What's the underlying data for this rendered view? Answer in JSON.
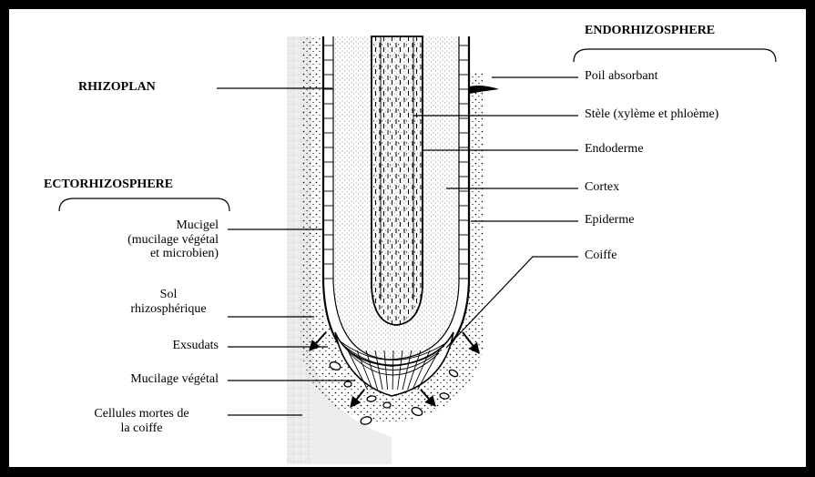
{
  "groups": {
    "endorhizosphere": "ENDORHIZOSPHERE",
    "rhizoplan": "RHIZOPLAN",
    "ectorhizosphere": "ECTORHIZOSPHERE"
  },
  "right_labels": {
    "poil": "Poil absorbant",
    "stele": "Stèle (xylème et phloème)",
    "endoderme": "Endoderme",
    "cortex": "Cortex",
    "epiderme": "Epiderme",
    "coiffe": "Coiffe"
  },
  "left_labels": {
    "mucigel_1": "Mucigel",
    "mucigel_2": "(mucilage végétal",
    "mucigel_3": "et microbien)",
    "sol_1": "Sol",
    "sol_2": "rhizosphérique",
    "exsudats": "Exsudats",
    "mucilage": "Mucilage végétal",
    "cellules_1": "Cellules mortes de",
    "cellules_2": "la coiffe"
  },
  "colors": {
    "frame": "#000000",
    "background": "#ffffff",
    "soil_band": "#e6e6e6",
    "ink": "#000000"
  }
}
